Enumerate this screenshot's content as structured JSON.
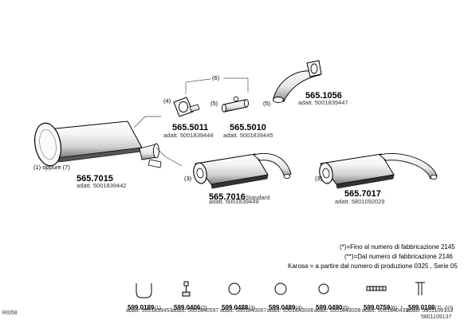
{
  "parts": [
    {
      "callout": "(1) oppure (7)",
      "number": "565.7015",
      "adatt": "adatt. 5001839442"
    },
    {
      "callout": "(4)",
      "number": "565.5011",
      "adatt": "adatt. 5001839444"
    },
    {
      "callout": "(5)",
      "number": "565.5010",
      "adatt": "adatt. 5001839445"
    },
    {
      "callout": "(5)",
      "number": "565.1056",
      "adatt": "adatt. 5001839447"
    },
    {
      "callout": "(3)",
      "number": "565.7016",
      "suffix": "Standard",
      "adatt": "adatt. 5001839449"
    },
    {
      "callout": "(3)",
      "number": "565.7017",
      "adatt": "adatt. 5801092029"
    }
  ],
  "bracket_label": "(6)",
  "notes": [
    "(*)=Fino al numero di fabbricazione 2145",
    "(**)=Dal numero di fabbricazione 2146",
    "Karosa = a partire dal numero di produzione 0325 , Serie 05"
  ],
  "hardware": [
    {
      "number": "599.0189",
      "qty": "(1)",
      "adatt": "adatt. 5001839453"
    },
    {
      "number": "599.0406",
      "qty": "(2)",
      "adatt": "adatt. 5001840597"
    },
    {
      "number": "599.0488",
      "qty": "(3)",
      "adatt": "adatt. 5001843007"
    },
    {
      "number": "599.0489",
      "qty": "(4)",
      "adatt": "adatt. 5001843006"
    },
    {
      "number": "599.0490",
      "qty": "(5)",
      "adatt": "adatt. 5001843008"
    },
    {
      "number": "599.0759",
      "qty": "(6)",
      "mark": "*",
      "adatt": "adatt. 5001840439"
    },
    {
      "number": "599.0198",
      "qty": "(7)",
      "mark": "(**)",
      "adatt": "adatt. 5801109133",
      "adatt2": "5801109137"
    }
  ],
  "corner_code": "RI058"
}
